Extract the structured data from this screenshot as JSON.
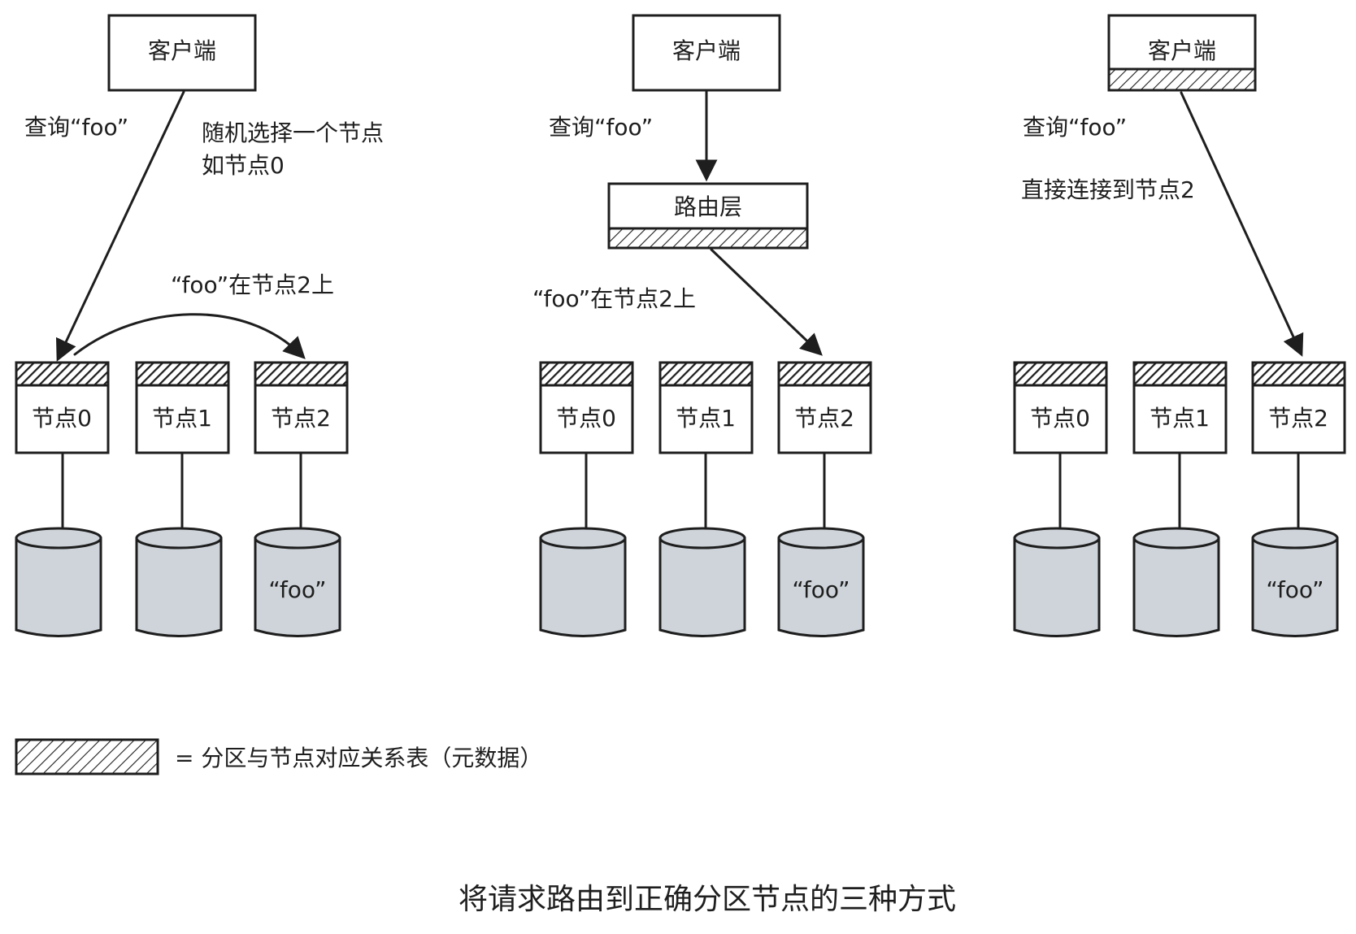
{
  "title": "将请求路由到正确分区节点的三种方式",
  "legend": {
    "text": "=  分区与节点对应关系表（元数据）"
  },
  "panels": [
    {
      "client": "客户端",
      "query": "查询“foo”",
      "note_line1": "随机选择一个节点",
      "note_line2": "如节点0",
      "forward": "“foo”在节点2上",
      "nodes": [
        "节点0",
        "节点1",
        "节点2"
      ],
      "disk_value": "“foo”"
    },
    {
      "client": "客户端",
      "query": "查询“foo”",
      "router": "路由层",
      "forward": "“foo”在节点2上",
      "nodes": [
        "节点0",
        "节点1",
        "节点2"
      ],
      "disk_value": "“foo”"
    },
    {
      "client": "客户端",
      "query": "查询“foo”",
      "direct": "直接连接到节点2",
      "nodes": [
        "节点0",
        "节点1",
        "节点2"
      ],
      "disk_value": "“foo”"
    }
  ]
}
